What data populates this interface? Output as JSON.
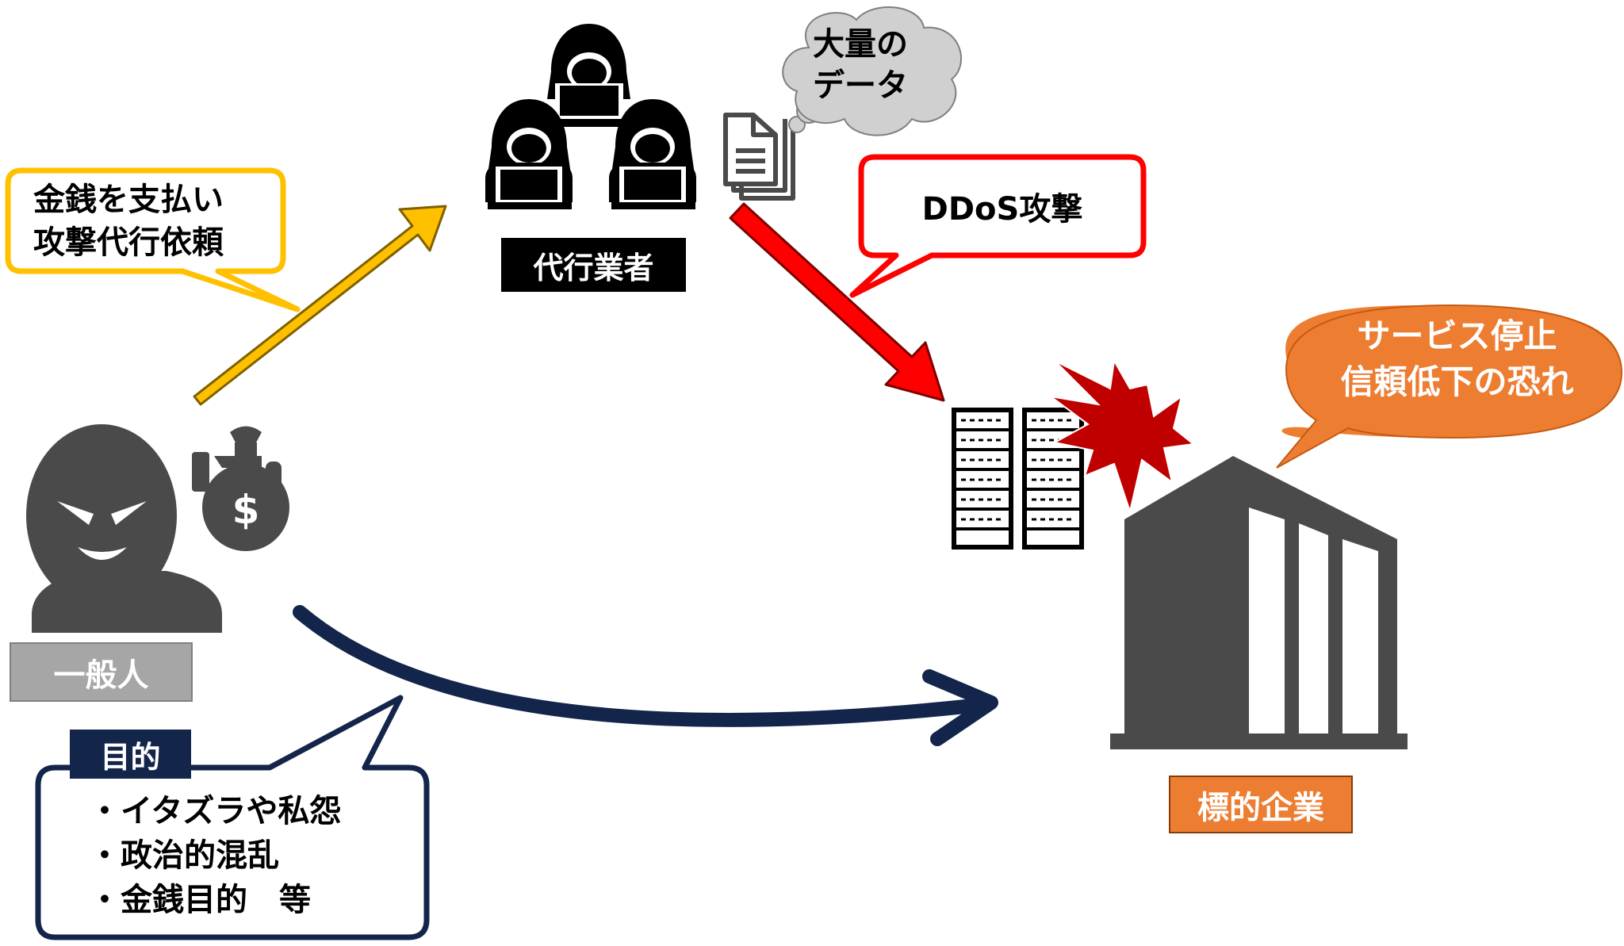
{
  "diagram": {
    "actors": {
      "requester_label": "一般人",
      "agency_label": "代行業者",
      "target_label": "標的企業"
    },
    "callouts": {
      "payment_request": [
        "金銭を支払い",
        "攻撃代行依頼"
      ],
      "ddos": "DDoS攻撃",
      "data_cloud": [
        "大量の",
        "データ"
      ],
      "impact": [
        "サービス停止",
        "信頼低下の恐れ"
      ]
    },
    "purpose": {
      "title": "目的",
      "items": [
        "・イタズラや私怨",
        "・政治的混乱",
        "・金銭目的　等"
      ]
    },
    "icons": [
      "masked-person-icon",
      "money-bag-icon",
      "hacker-group-icon",
      "documents-icon",
      "server-rack-icon",
      "explosion-icon",
      "building-icon"
    ],
    "colors": {
      "yellow": "#FFC000",
      "red": "#FF0000",
      "navy": "#14254B",
      "orange": "#ED7D31",
      "dark_gray": "#4A4A4A",
      "label_gray": "#A6A6A6",
      "cloud_gray": "#D0D0D0",
      "burst_red": "#C00000"
    }
  }
}
